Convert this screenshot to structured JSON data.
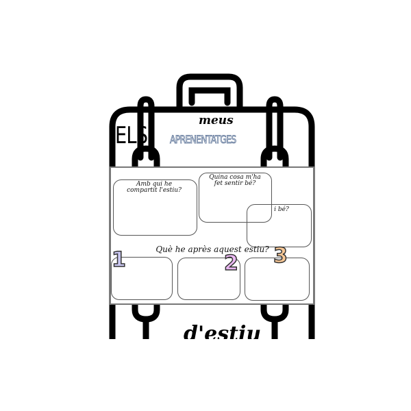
{
  "title": {
    "els": "ELS",
    "meus": "meus",
    "aprenentatges": "APRENENTATGES",
    "destiu": "d'estiu"
  },
  "questions": {
    "q1": "Amb qui he compartit l'estiu?",
    "q2": "Quina cosa m'ha fet sentir bé?",
    "q3": "i bé?",
    "main": "Què he après aquest estiu?"
  },
  "numbers": [
    {
      "label": "1",
      "color": "#c9c6f0"
    },
    {
      "label": "2",
      "color": "#eab8f2"
    },
    {
      "label": "3",
      "color": "#f8c896"
    }
  ]
}
